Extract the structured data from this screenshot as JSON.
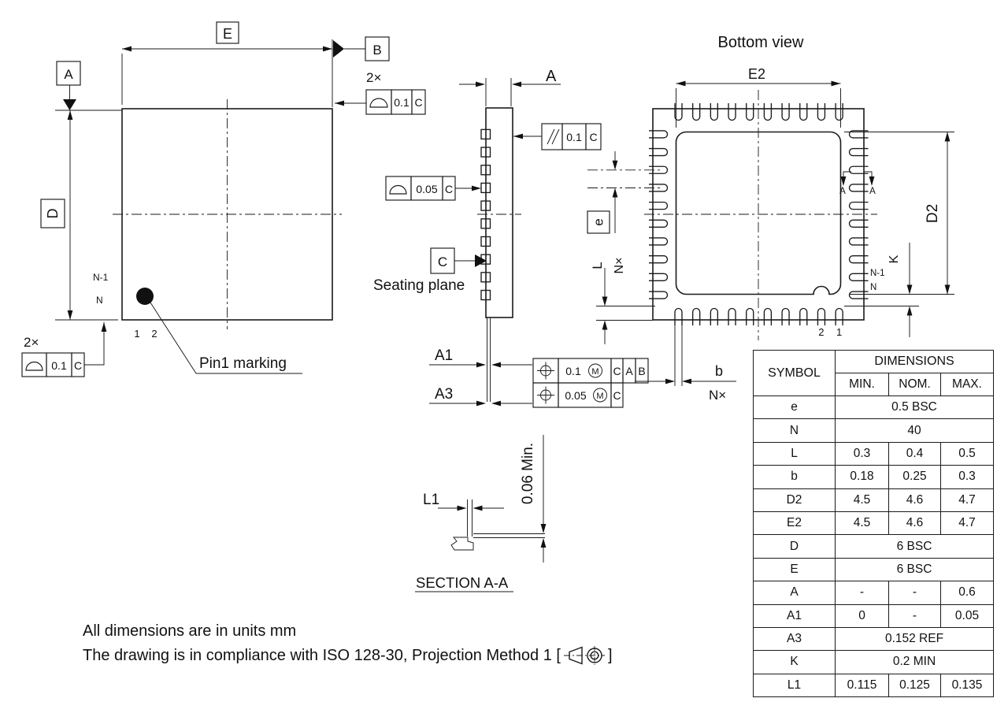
{
  "labels": {
    "E": "E",
    "D": "D",
    "A": "A",
    "B": "B",
    "C": "C",
    "A1": "A1",
    "A3": "A3",
    "L1": "L1",
    "L": "L",
    "K": "K",
    "b": "b",
    "e": "e",
    "E2": "E2",
    "D2": "D2",
    "Nx": "N×",
    "N": "N",
    "N1": "N-1",
    "one": "1",
    "two": "2",
    "twoX": "2×",
    "tol01": "0.1",
    "tol005": "0.05",
    "par": "//",
    "M": "M",
    "min006": "0.06 Min."
  },
  "titles": {
    "bottomView": "Bottom view",
    "seatingPlane": "Seating plane",
    "pin1": "Pin1 marking",
    "sectionAA": "SECTION A-A"
  },
  "notes": {
    "line1": "All dimensions are in units mm",
    "line2a": "The drawing is in compliance with ISO 128-30, Projection Method 1 [",
    "line2b": "]"
  },
  "table": {
    "header": {
      "symbol": "SYMBOL",
      "dimensions": "DIMENSIONS",
      "min": "MIN.",
      "nom": "NOM.",
      "max": "MAX."
    },
    "rows": [
      {
        "sym": "e",
        "span": "0.5 BSC"
      },
      {
        "sym": "N",
        "span": "40"
      },
      {
        "sym": "L",
        "min": "0.3",
        "nom": "0.4",
        "max": "0.5"
      },
      {
        "sym": "b",
        "min": "0.18",
        "nom": "0.25",
        "max": "0.3"
      },
      {
        "sym": "D2",
        "min": "4.5",
        "nom": "4.6",
        "max": "4.7"
      },
      {
        "sym": "E2",
        "min": "4.5",
        "nom": "4.6",
        "max": "4.7"
      },
      {
        "sym": "D",
        "span": "6 BSC"
      },
      {
        "sym": "E",
        "span": "6 BSC"
      },
      {
        "sym": "A",
        "min": "-",
        "nom": "-",
        "max": "0.6"
      },
      {
        "sym": "A1",
        "min": "0",
        "nom": "-",
        "max": "0.05"
      },
      {
        "sym": "A3",
        "span": "0.152 REF"
      },
      {
        "sym": "K",
        "span": "0.2 MIN"
      },
      {
        "sym": "L1",
        "min": "0.115",
        "nom": "0.125",
        "max": "0.135"
      }
    ]
  }
}
